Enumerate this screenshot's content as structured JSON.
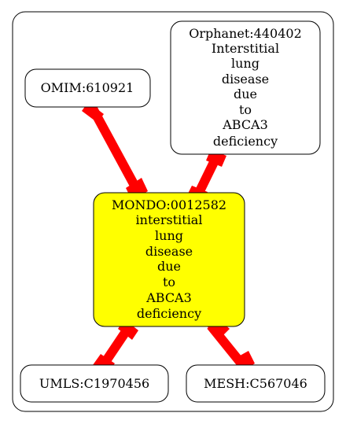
{
  "colors": {
    "background": "#ffffff",
    "border": "#000000",
    "center_fill": "#ffff00",
    "node_fill": "#ffffff",
    "edge": "#ff0000"
  },
  "nodes": {
    "omim": {
      "lines": [
        "OMIM:610921"
      ]
    },
    "orphanet": {
      "lines": [
        "Orphanet:440402",
        "Interstitial",
        "lung",
        "disease",
        "due",
        "to",
        "ABCA3",
        "deficiency"
      ]
    },
    "mondo": {
      "lines": [
        "MONDO:0012582",
        "interstitial",
        "lung",
        "disease",
        "due",
        "to",
        "ABCA3",
        "deficiency"
      ]
    },
    "umls": {
      "lines": [
        "UMLS:C1970456"
      ]
    },
    "mesh": {
      "lines": [
        "MESH:C567046"
      ]
    }
  }
}
